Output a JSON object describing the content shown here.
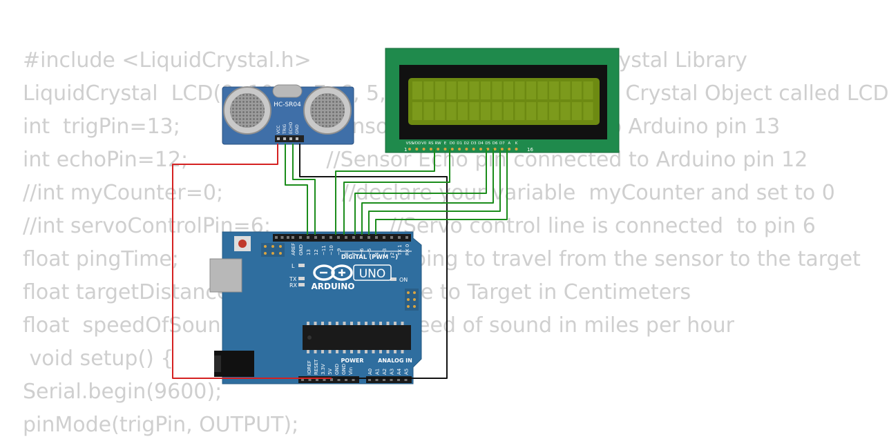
{
  "code_lines": [
    "#include <LiquidCrystal.h>                      //Load Liquid Crystal Library",
    "LiquidCrystal  LCD(9, 10, 8, 7, 6, 5, 4);       //Create Liquid Crystal Object called LCD",
    "int  trigPin=13;                    //Sensor Trip pin connected to Arduino pin 13",
    "int echoPin=12;                     //Sensor Echo pin connected to Arduino pin 12",
    "//int myCounter=0;                  //declare your variable  myCounter and set to 0",
    "//int servoControlPin=6;                  //Servo control line is connected  to pin 6",
    "float pingTime;                    //time for ping to travel from the sensor to the target",
    "float targetDistance;              //Distance to Target in Centimeters",
    "float  speedOfSound=776.5;         //Speed of sound in miles per hour",
    " void setup() {",
    "Serial.begin(9600);",
    "pinMode(trigPin, OUTPUT);"
  ],
  "sensor": {
    "model": "HC-SR04",
    "pins": [
      "VCC",
      "TRIG",
      "ECHO",
      "GND"
    ]
  },
  "lcd": {
    "pins": [
      "VSS",
      "VDD",
      "V0",
      "RS",
      "RW",
      "E",
      "D0",
      "D1",
      "D2",
      "D3",
      "D4",
      "D5",
      "D6",
      "D7",
      "A",
      "K"
    ],
    "first_pin_label": "1",
    "last_pin_label": "16"
  },
  "arduino": {
    "brand": "ARDUINO",
    "model": "UNO",
    "digital_label": "DIGITAL (PWM ~)",
    "digital_pins": [
      "AREF",
      "GND",
      "13",
      "12",
      "~11",
      "~10",
      "~9",
      "8",
      "7",
      "~6",
      "~5",
      "4",
      "~3",
      "2",
      "TX 1",
      "RX 0"
    ],
    "power_label": "POWER",
    "analog_label": "ANALOG IN",
    "power_pins": [
      "IOREF",
      "RESET",
      "3.3V",
      "5V",
      "GND",
      "GND",
      "Vin"
    ],
    "analog_pins": [
      "A0",
      "A1",
      "A2",
      "A3",
      "A4",
      "A5"
    ],
    "led_labels": {
      "l": "L",
      "tx": "TX",
      "rx": "RX",
      "on": "ON"
    }
  },
  "colors": {
    "board": "#2f6e9f",
    "sensor_board": "#3f6fa8",
    "lcd_pcb": "#1f8a4c",
    "lcd_screen": "#6d8a12",
    "wire_green": "#1a8c1a",
    "wire_red": "#d42020",
    "wire_black": "#111111",
    "code_text": "#cfcfcf"
  }
}
